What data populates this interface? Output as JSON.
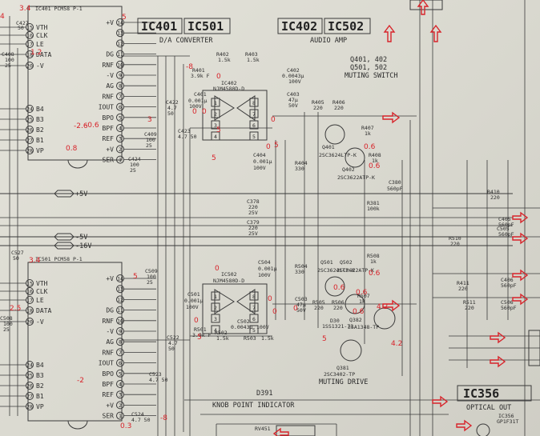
{
  "ic401": {
    "header": "IC401 PCM58 P-1",
    "left_pins": [
      {
        "n": "15",
        "name": "VTH"
      },
      {
        "n": "16",
        "name": "CLK"
      },
      {
        "n": "17",
        "name": "LE"
      },
      {
        "n": "18",
        "name": "DATA"
      },
      {
        "n": "20",
        "name": "-V"
      },
      {
        "n": "24",
        "name": "B4"
      },
      {
        "n": "25",
        "name": "B3"
      },
      {
        "n": "26",
        "name": "B2"
      },
      {
        "n": "27",
        "name": "B1"
      },
      {
        "n": "28",
        "name": "VP"
      }
    ],
    "right_pins": [
      {
        "n": "14",
        "name": "+V"
      },
      {
        "n": "13",
        "name": ""
      },
      {
        "n": "12",
        "name": ""
      },
      {
        "n": "11",
        "name": "DG"
      },
      {
        "n": "10",
        "name": "RNF"
      },
      {
        "n": "9",
        "name": "-V"
      },
      {
        "n": "8",
        "name": "AG"
      },
      {
        "n": "7",
        "name": "RNF"
      },
      {
        "n": "6",
        "name": "IOUT"
      },
      {
        "n": "5",
        "name": "BPO"
      },
      {
        "n": "4",
        "name": "BPF"
      },
      {
        "n": "3",
        "name": "REF"
      },
      {
        "n": "2",
        "name": "+V"
      },
      {
        "n": "1",
        "name": "SER"
      }
    ]
  },
  "ic501": {
    "header": "IC501 PCM58 P-1",
    "left_pins": [
      {
        "n": "15",
        "name": "VTH"
      },
      {
        "n": "16",
        "name": "CLK"
      },
      {
        "n": "17",
        "name": "LE"
      },
      {
        "n": "18",
        "name": "DATA"
      },
      {
        "n": "20",
        "name": "-V"
      },
      {
        "n": "24",
        "name": "B4"
      },
      {
        "n": "25",
        "name": "B3"
      },
      {
        "n": "26",
        "name": "B2"
      },
      {
        "n": "27",
        "name": "B1"
      },
      {
        "n": "28",
        "name": "VP"
      }
    ],
    "right_pins": [
      {
        "n": "14",
        "name": "+V"
      },
      {
        "n": "13",
        "name": ""
      },
      {
        "n": "12",
        "name": ""
      },
      {
        "n": "11",
        "name": "DG"
      },
      {
        "n": "10",
        "name": "RNF"
      },
      {
        "n": "9",
        "name": "-V"
      },
      {
        "n": "8",
        "name": "AG"
      },
      {
        "n": "7",
        "name": "RNF"
      },
      {
        "n": "6",
        "name": "IOUT"
      },
      {
        "n": "5",
        "name": "BPO"
      },
      {
        "n": "4",
        "name": "BPF"
      },
      {
        "n": "3",
        "name": "REF"
      },
      {
        "n": "2",
        "name": "+V"
      },
      {
        "n": "1",
        "name": "SER"
      }
    ]
  },
  "titles": {
    "t1a": "IC401",
    "t1b": "IC501",
    "t1sub": "D/A CONVERTER",
    "t2a": "IC402",
    "t2b": "IC502",
    "t2sub": "AUDIO AMP",
    "mute1": "Q401, 402",
    "mute2": "Q501, 502",
    "mute3": "MUTING SWITCH",
    "ic356": "IC356",
    "ic356sub": "OPTICAL OUT",
    "ic356b": "IC356",
    "ic356c": "GP1F31T"
  },
  "rails": {
    "p5": "+5V",
    "m5": "-5V",
    "m16": "-16V"
  },
  "opamps": {
    "ic402": "IC402",
    "ic402p": "NJM4580D-D",
    "ic502": "IC502",
    "ic502p": "NJM4580D-D",
    "pins": [
      "1",
      "2",
      "3",
      "4",
      "5",
      "6",
      "7",
      "8"
    ]
  },
  "components": {
    "c427": "C427",
    "c427v": "50",
    "c408": "C408",
    "c408a": "100",
    "c408b": "25",
    "c401": "C401",
    "c401a": "0.001μ",
    "c401b": "100V",
    "r401": "R401",
    "r401v": "3.9k F",
    "r402": "R402",
    "r402v": "1.5k",
    "r403": "R403",
    "r403v": "1.5k",
    "c402": "C402",
    "c402a": "0.0043μ",
    "c402b": "100V",
    "c422": "C422",
    "c422a": "4.7",
    "c422b": "50",
    "c423": "C423",
    "c423v": "4.7 50",
    "c409": "C409",
    "c409a": "100",
    "c409b": "25",
    "c424": "C424",
    "c424a": "100",
    "c424b": "25",
    "c403": "C403",
    "c403a": "47μ",
    "c403b": "50V",
    "r405": "R405",
    "r405v": "220",
    "r406": "R406",
    "r406v": "220",
    "r407": "R407",
    "r407v": "1k",
    "r408": "R408",
    "r408v": "1k",
    "q401": "Q401",
    "q401p": "2SC3624LTP-K",
    "q402": "Q402",
    "q402p": "2SC3622ATP-K",
    "c380": "C380",
    "c380v": "560pF",
    "r381": "R381",
    "r381v": "100k",
    "r404": "R404",
    "r404v": "330",
    "c404": "C404",
    "c404a": "0.001μ",
    "c404b": "100V",
    "c378": "C378",
    "c378a": "220",
    "c378b": "25V",
    "c379": "C379",
    "c379a": "220",
    "c379b": "25V",
    "r410": "R410",
    "r410v": "220",
    "c405": "C405",
    "c405v": "560pF",
    "r510": "R510",
    "r510v": "220",
    "c505": "C505",
    "c505v": "560pF",
    "c527": "C527",
    "c527v": "50",
    "c508": "C508",
    "c508a": "100",
    "c508b": "25",
    "c509": "C509",
    "c509a": "100",
    "c509b": "25",
    "c501": "C501",
    "c501a": "0.001μ",
    "c501b": "100V",
    "r501": "R501",
    "r501v": "3.9k F",
    "r502": "R502",
    "r502v": "1.5k",
    "r503": "R503",
    "r503v": "1.5k",
    "c502": "C502",
    "c502a": "0.0043μ",
    "c502b": "100V",
    "c504": "C504",
    "c504a": "0.001μ",
    "c504b": "100V",
    "c522": "C522",
    "c522a": "4.7",
    "c522b": "50",
    "c523": "C523",
    "c523v": "4.7 50",
    "c524": "C524",
    "c524v": "4.7 50",
    "r504": "R504",
    "r504v": "330",
    "c503": "C503",
    "c503a": "47μ",
    "c503b": "50V",
    "r505": "R505",
    "r505v": "220",
    "r506": "R506",
    "r506v": "220",
    "r507": "R507",
    "r507v": "1k",
    "r508": "R508",
    "r508v": "1k",
    "q501": "Q501",
    "q501p": "2SC3624LTP-K",
    "q502": "Q502",
    "q502p": "2SC3622ATP-K",
    "r411": "R411",
    "r411v": "220",
    "c406": "C406",
    "c406v": "560pF",
    "r511": "R511",
    "r511v": "220",
    "c506": "C506",
    "c506v": "560pF",
    "d30": "D30",
    "d30p": "1SS1321-73",
    "q382": "Q382",
    "q382p": "2SA1348-TP",
    "q381": "Q381",
    "q381p": "2SC3402-TP",
    "mutedrv": "MUTING DRIVE",
    "d391": "D391",
    "knob": "KNOB POINT INDICATOR",
    "rv451": "RV451"
  },
  "voltages": {
    "v1": "3.4",
    "v2": "1.2",
    "v3": "-2.6",
    "v4": "0.8",
    "v5": "-8",
    "v6": "0",
    "v7": "0",
    "v8": "0",
    "v9": "0",
    "v10": "5",
    "v11": "5",
    "v12": "0",
    "v13": "0.6",
    "v14": "0.6",
    "v15": "-0.6",
    "v16": "3.4",
    "v17": "2.5",
    "v18": "5",
    "v19": "0",
    "v20": "0",
    "v21": "0",
    "v22": "0",
    "v23": "5",
    "v24": "-2",
    "v25": "-8",
    "v26": "0.3",
    "v27": "0.6",
    "v28": "0.6",
    "v29": "4.2",
    "v30": "0.6",
    "v31": "0.6",
    "v32": "4.2",
    "v33": "5",
    "v34": "3",
    "v35": "5",
    "v36": "0",
    "v37": "5",
    "v38": "4"
  }
}
